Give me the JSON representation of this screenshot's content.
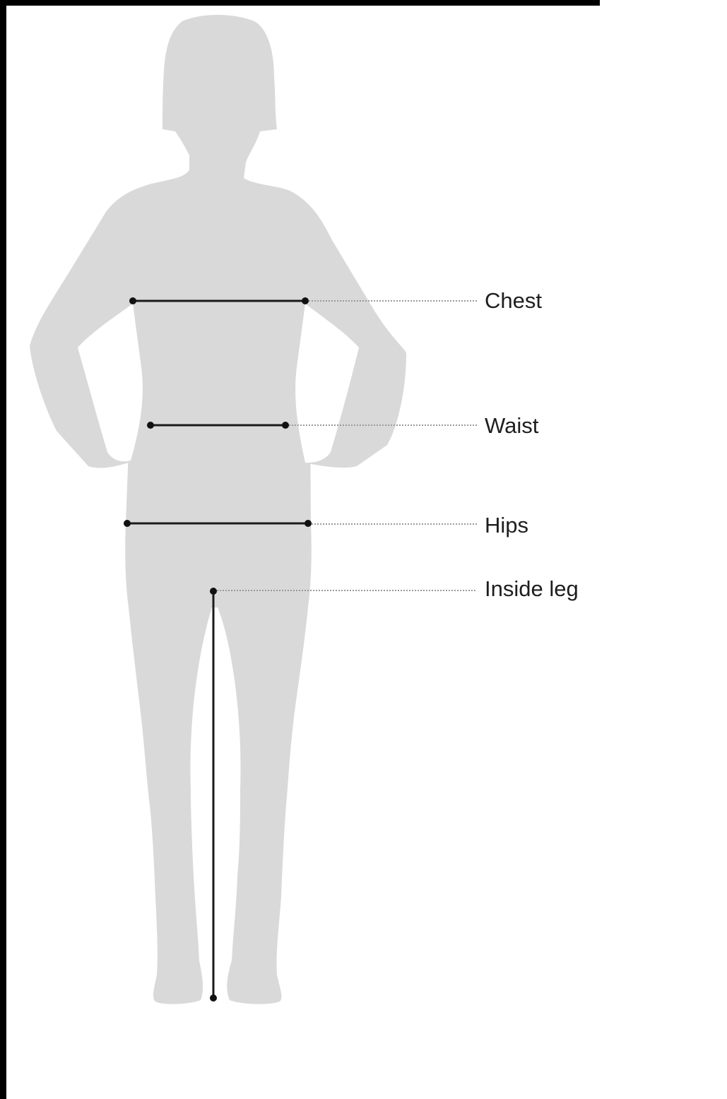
{
  "measurements": {
    "chest": "Chest",
    "waist": "Waist",
    "hips": "Hips",
    "inside_leg": "Inside leg"
  },
  "colors": {
    "silhouette": "#d9d9d9",
    "line": "#1a1a1a",
    "leader": "#9a9a9a",
    "frame": "#000000"
  }
}
